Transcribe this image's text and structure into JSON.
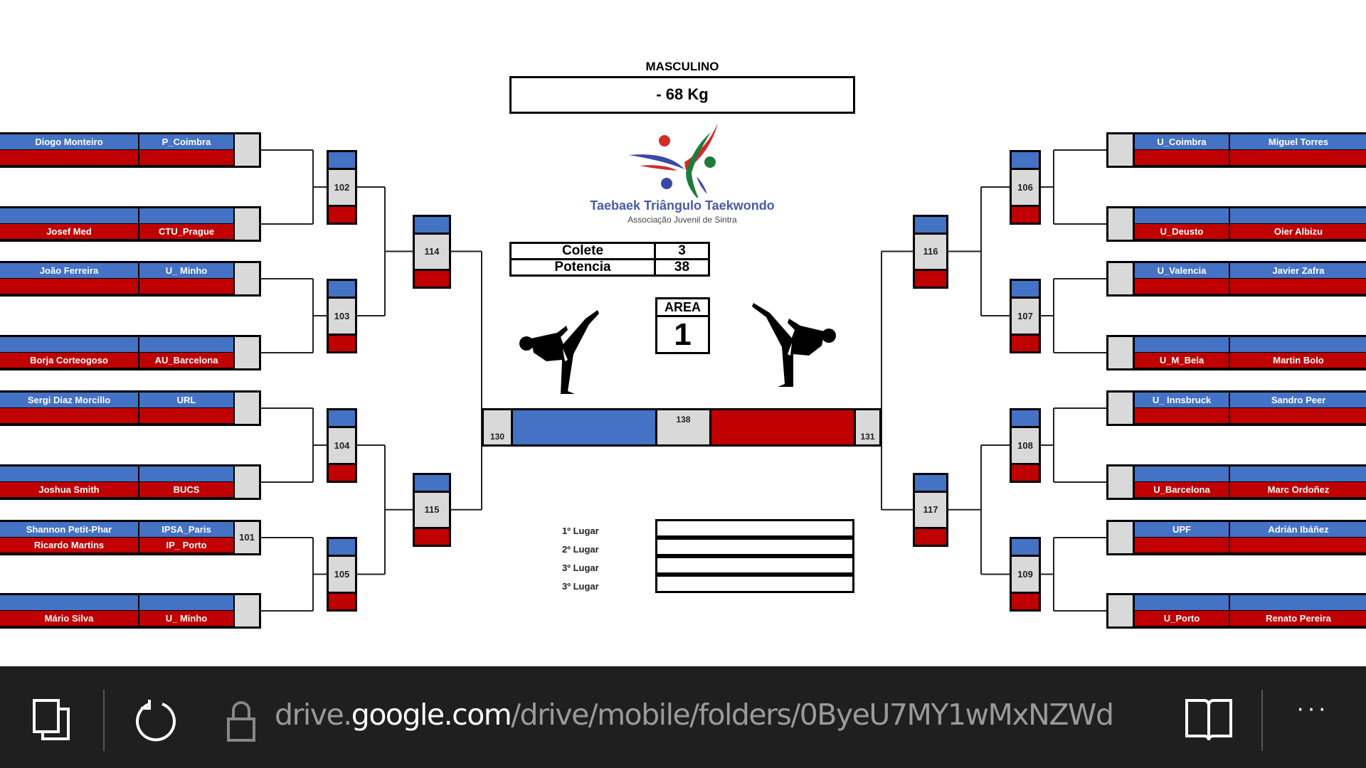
{
  "header": {
    "category": "MASCULINO",
    "weight": "- 68 Kg"
  },
  "logo": {
    "name": "Taebaek Triângulo Taekwondo",
    "subtitle": "Associação Juvenil de Sintra"
  },
  "info_table": [
    {
      "label": "Colete",
      "value": "3"
    },
    {
      "label": "Potencia",
      "value": "38"
    }
  ],
  "area": {
    "label": "AREA",
    "number": "1"
  },
  "colors": {
    "blue": "#4472c4",
    "red": "#c00000",
    "grey": "#d9d9d9"
  },
  "left": {
    "round1": [
      {
        "blue": {
          "name": "Diogo Monteiro",
          "club": "P_Coimbra"
        },
        "red": {
          "name": "",
          "club": ""
        },
        "number": ""
      },
      {
        "blue": {
          "name": "",
          "club": ""
        },
        "red": {
          "name": "Josef Med",
          "club": "CTU_Prague"
        },
        "number": ""
      },
      {
        "blue": {
          "name": "João Ferreira",
          "club": "U_ Minho"
        },
        "red": {
          "name": "",
          "club": ""
        },
        "number": ""
      },
      {
        "blue": {
          "name": "",
          "club": ""
        },
        "red": {
          "name": "Borja Corteogoso",
          "club": "AU_Barcelona"
        },
        "number": ""
      },
      {
        "blue": {
          "name": "Sergi Diaz Morcillo",
          "club": "URL"
        },
        "red": {
          "name": "",
          "club": ""
        },
        "number": ""
      },
      {
        "blue": {
          "name": "",
          "club": ""
        },
        "red": {
          "name": "Joshua Smith",
          "club": "BUCS"
        },
        "number": ""
      },
      {
        "blue": {
          "name": "Shannon Petit-Phar",
          "club": "IPSA_Paris"
        },
        "red": {
          "name": "Ricardo Martins",
          "club": "IP_ Porto"
        },
        "number": "101"
      },
      {
        "blue": {
          "name": "",
          "club": ""
        },
        "red": {
          "name": "Mário Silva",
          "club": "U_ Minho"
        },
        "number": ""
      }
    ],
    "round2": [
      "102",
      "103",
      "104",
      "105"
    ],
    "round3": [
      "114",
      "115"
    ]
  },
  "right": {
    "round1": [
      {
        "blue": {
          "name": "Miguel Torres",
          "club": "U_Coimbra"
        },
        "red": {
          "name": "",
          "club": ""
        },
        "number": ""
      },
      {
        "blue": {
          "name": "",
          "club": ""
        },
        "red": {
          "name": "Oier Albizu",
          "club": "U_Deusto"
        },
        "number": ""
      },
      {
        "blue": {
          "name": "Javier Zafra",
          "club": "U_Valencia"
        },
        "red": {
          "name": "",
          "club": ""
        },
        "number": ""
      },
      {
        "blue": {
          "name": "",
          "club": ""
        },
        "red": {
          "name": "Martin Bolo",
          "club": "U_M_Bela"
        },
        "number": ""
      },
      {
        "blue": {
          "name": "Sandro Peer",
          "club": "U_ Innsbruck"
        },
        "red": {
          "name": "",
          "club": ""
        },
        "number": ""
      },
      {
        "blue": {
          "name": "",
          "club": ""
        },
        "red": {
          "name": "Marc  Ordoñez",
          "club": "U_Barcelona"
        },
        "number": ""
      },
      {
        "blue": {
          "name": "Adrián Ibáñez",
          "club": "UPF"
        },
        "red": {
          "name": "",
          "club": ""
        },
        "number": ""
      },
      {
        "blue": {
          "name": "",
          "club": ""
        },
        "red": {
          "name": "Renato Pereira",
          "club": "U_Porto"
        },
        "number": ""
      }
    ],
    "round2": [
      "106",
      "107",
      "108",
      "109"
    ],
    "round3": [
      "116",
      "117"
    ]
  },
  "final": {
    "left": "130",
    "center": "138",
    "right": "131"
  },
  "placements": [
    "1º Lugar",
    "2º Lugar",
    "3º Lugar",
    "3º Lugar"
  ],
  "browser_bar": {
    "url_host_prefix": "drive.",
    "url_host": "google.com",
    "url_path": "/drive/mobile/folders/0ByeU7MY1wMxNZWd",
    "more_label": "···"
  }
}
